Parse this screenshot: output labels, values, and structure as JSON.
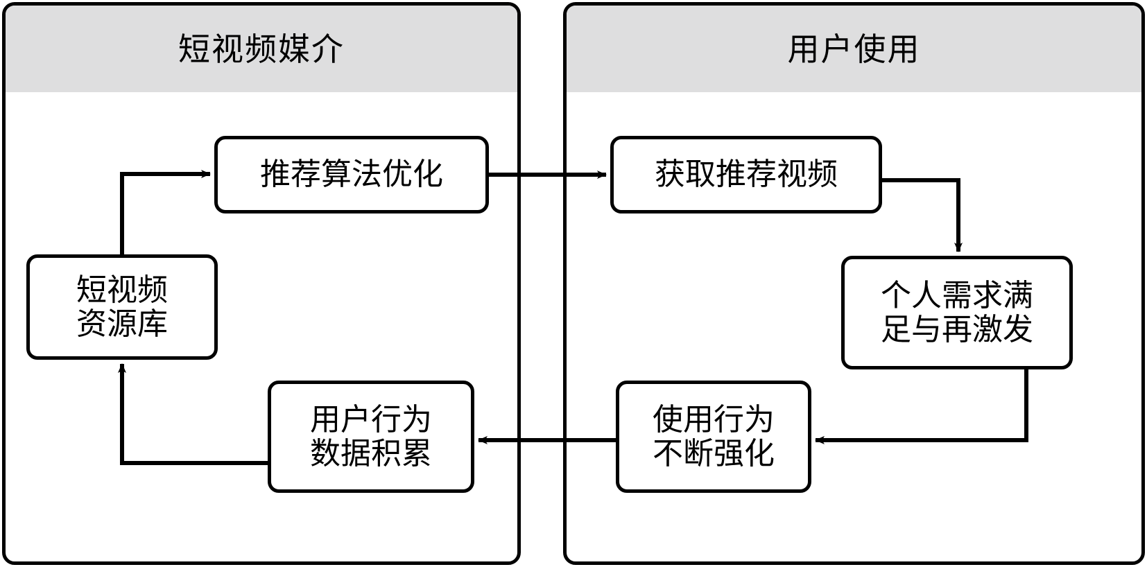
{
  "diagram": {
    "title_left": "短视频媒介",
    "title_right": "用户使用",
    "panels": [
      {
        "id": "media",
        "label": "短视频媒介"
      },
      {
        "id": "usage",
        "label": "用户使用"
      }
    ],
    "nodes": {
      "algo": {
        "label": "推荐算法优化",
        "panel": "media"
      },
      "library": {
        "line1": "短视频",
        "line2": "资源库",
        "panel": "media"
      },
      "behavior": {
        "line1": "用户行为",
        "line2": "数据积累",
        "panel": "media"
      },
      "getvideo": {
        "label": "获取推荐视频",
        "panel": "usage"
      },
      "needs": {
        "line1": "个人需求满",
        "line2": "足与再激发",
        "panel": "usage"
      },
      "reinforce": {
        "line1": "使用行为",
        "line2": "不断强化",
        "panel": "usage"
      }
    },
    "edges": [
      {
        "from": "library",
        "to": "algo"
      },
      {
        "from": "algo",
        "to": "getvideo"
      },
      {
        "from": "getvideo",
        "to": "needs"
      },
      {
        "from": "needs",
        "to": "reinforce"
      },
      {
        "from": "reinforce",
        "to": "behavior"
      },
      {
        "from": "behavior",
        "to": "library"
      }
    ],
    "colors": {
      "header_fill": "#dededf",
      "stroke": "#000000",
      "node_fill": "#ffffff",
      "background": "#ffffff"
    }
  }
}
